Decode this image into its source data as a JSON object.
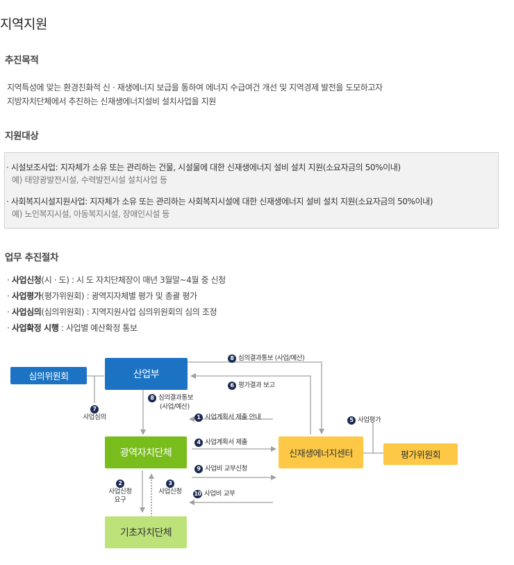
{
  "page_title": "지역지원",
  "purpose": {
    "title": "추진목적",
    "lines": [
      "지역특성에 맞는 환경친화적 신 · 재생에너지 보급을 통하여 에너지 수급여건 개선 및 지역경제 발전을 도모하고자",
      "지방자치단체에서 추진하는 신재생에너지설비 설치사업을 지원"
    ]
  },
  "target": {
    "title": "지원대상",
    "items": [
      {
        "text": "· 시설보조사업: 지자체가 소유 또는 관리하는 건물, 시설물에 대한 신재생에너지 설비 설치 지원(소요자금의 50%이내)",
        "example": "예) 태양광발전시설, 수력발전시설 설치사업 등"
      },
      {
        "text": "· 사회복지시설지원사업: 지자체가 소유 또는 관리하는 사회복지시설에 대한 신재생에너지 설비 설치 지원(소요자금의 50%이내)",
        "example": "예) 노인복지시설, 아동복지시설, 장애인시설 등"
      }
    ]
  },
  "procedure": {
    "title": "업무 추진절차",
    "items": [
      {
        "bullet": "· ",
        "bold": "사업신청",
        "rest": "(시 · 도) :  시 도 자치단체장이 매년 3월말~4월 중 신청"
      },
      {
        "bullet": "· ",
        "bold": "사업평가",
        "rest": "(평가위원회) : 광역지자체별 평가 및 총괄 평가"
      },
      {
        "bullet": "· ",
        "bold": "사업심의",
        "rest": "(심의위원회) : 지역지원사업 심의위원회의 심의 조정"
      },
      {
        "bullet": "· ",
        "bold": "사업확정 시행",
        "rest": " : 사업별 예산확정 통보"
      }
    ]
  },
  "diagram": {
    "nodes": {
      "committee": "심의위원회",
      "ministry": "산업부",
      "metro": "광역자치단체",
      "center": "신재생에너지센터",
      "eval_committee": "평가위원회",
      "local": "기초자치단체"
    },
    "steps": {
      "s1": {
        "num": "1",
        "label": "사업계획서 제출 안내"
      },
      "s2": {
        "num": "2",
        "label1": "사업신청",
        "label2": "요구"
      },
      "s3": {
        "num": "3",
        "label": "사업신청"
      },
      "s4": {
        "num": "4",
        "label": "사업계획서 제출"
      },
      "s5": {
        "num": "5",
        "label": "사업평가"
      },
      "s6": {
        "num": "6",
        "label": "평가결과 보고"
      },
      "s7": {
        "num": "7",
        "label": "사업심의"
      },
      "s8a": {
        "num": "8",
        "label": "심의결과통보 (사업/예산)"
      },
      "s8b": {
        "num": "8",
        "label1": "심의결과통보",
        "label2": "(사업/예산)"
      },
      "s9": {
        "num": "9",
        "label": "사업비 교부신청"
      },
      "s10": {
        "num": "10",
        "label": "사업비 교부"
      }
    },
    "colors": {
      "blue": "#1c73c4",
      "green": "#79bd1d",
      "light_green": "#bde27a",
      "yellow": "#fcc845",
      "arrow": "#a0a0a0",
      "step_badge": "#1b2a52"
    }
  }
}
